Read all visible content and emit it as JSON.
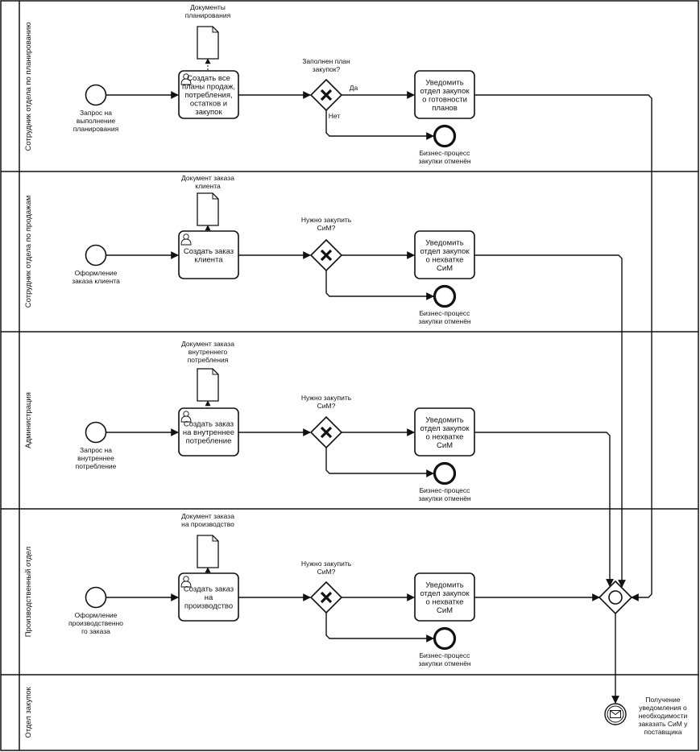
{
  "lanes": [
    {
      "title": "Сотрудник отдела по планированию",
      "start_label": [
        "Запрос на",
        "выполнение",
        "планирования"
      ],
      "doc_label": [
        "Документы",
        "планирования"
      ],
      "task1": [
        "Создать все",
        "планы продаж,",
        "потребления,",
        "остатков и",
        "закупок"
      ],
      "gateway_label": [
        "Заполнен план",
        "закупок?"
      ],
      "yes_label": "Да",
      "no_label": "Нет",
      "task2": [
        "Уведомить",
        "отдел закупок",
        "о готовности",
        "планов"
      ],
      "end_label": [
        "Бизнес-процесс",
        "закупки отменён"
      ]
    },
    {
      "title": "Сотрудник отдела по продажам",
      "start_label": [
        "Оформление",
        "заказа клиента"
      ],
      "doc_label": [
        "Документ заказа",
        "клиента"
      ],
      "task1": [
        "Создать заказ",
        "клиента"
      ],
      "gateway_label": [
        "Нужно закупить",
        "СиМ?"
      ],
      "yes_label": "",
      "no_label": "",
      "task2": [
        "Уведомить",
        "отдел закупок",
        "о нехватке",
        "СиМ"
      ],
      "end_label": [
        "Бизнес-процесс",
        "закупки отменён"
      ]
    },
    {
      "title": "Администрация",
      "start_label": [
        "Запрос на",
        "внутреннее",
        "потребление"
      ],
      "doc_label": [
        "Документ заказа",
        "внутреннего",
        "потребления"
      ],
      "task1": [
        "Создать заказ",
        "на внутреннее",
        "потребление"
      ],
      "gateway_label": [
        "Нужно закупить",
        "СиМ?"
      ],
      "yes_label": "",
      "no_label": "",
      "task2": [
        "Уведомить",
        "отдел закупок",
        "о нехватке",
        "СиМ"
      ],
      "end_label": [
        "Бизнес-процесс",
        "закупки отменён"
      ]
    },
    {
      "title": "Производственный отдел",
      "start_label": [
        "Оформление",
        "производственно",
        "го заказа"
      ],
      "doc_label": [
        "Документ заказа",
        "на производство"
      ],
      "task1": [
        "Создать заказ",
        "на",
        "производство"
      ],
      "gateway_label": [
        "Нужно закупить",
        "СиМ?"
      ],
      "yes_label": "",
      "no_label": "",
      "task2": [
        "Уведомить",
        "отдел закупок",
        "о нехватке",
        "СиМ"
      ],
      "end_label": [
        "Бизнес-процесс",
        "закупки отменён"
      ]
    },
    {
      "title": "Отдел закупок",
      "final_label": [
        "Получение",
        "уведомления о",
        "необходимости",
        "заказать СиМ у",
        "поставщика"
      ]
    }
  ],
  "colors": {
    "stroke": "#111111",
    "background": "#ffffff",
    "text": "#111111"
  }
}
